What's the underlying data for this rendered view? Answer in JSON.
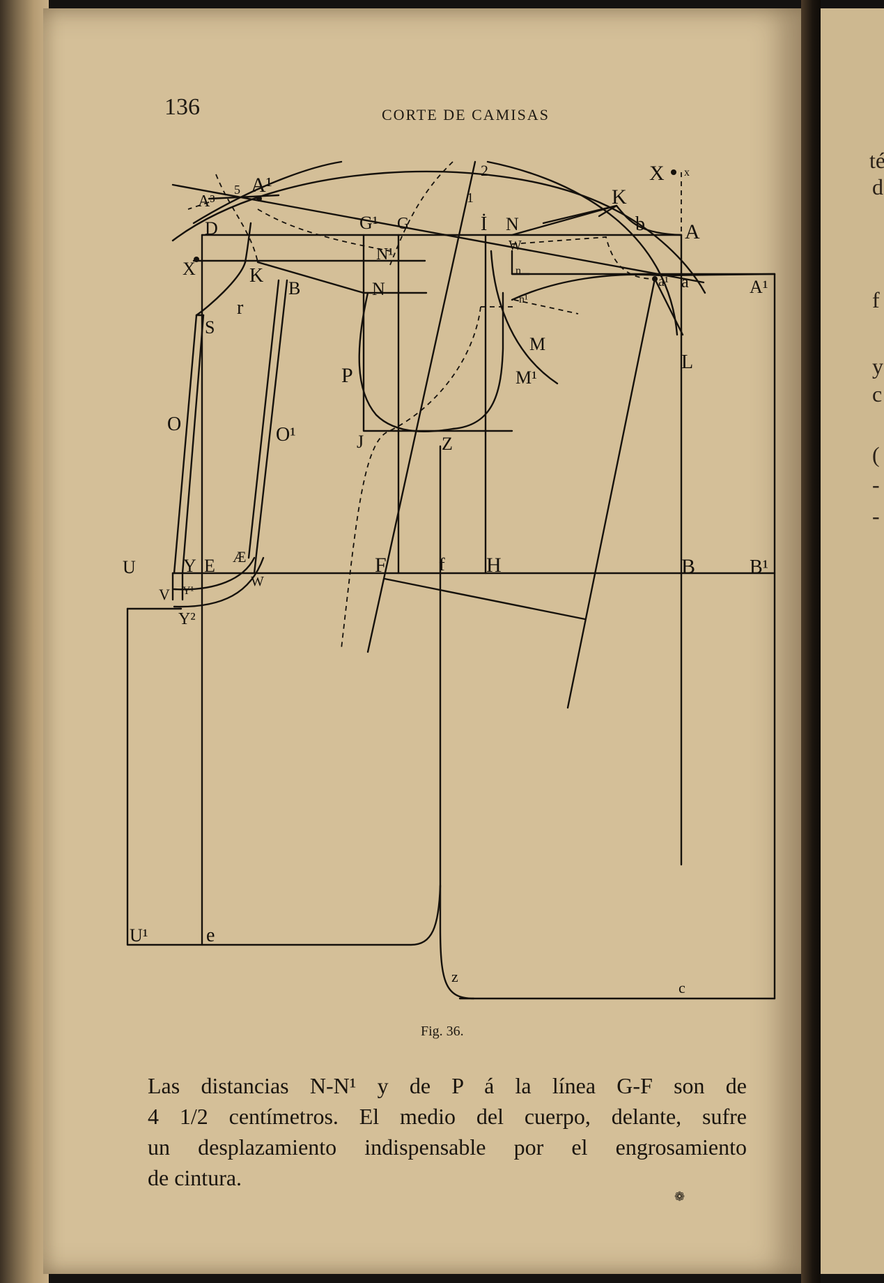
{
  "page": {
    "number": "136",
    "running_head": "CORTE DE CAMISAS",
    "caption": "Fig. 36.",
    "paragraph_lines": [
      "Las distancias N-N¹ y de P á la línea G-F son de",
      "4 1/2 centímetros. El medio del cuerpo, delante, sufre",
      "un desplazamiento indispensable por el engrosamiento",
      "de cintura."
    ],
    "end_mark": "❁"
  },
  "facing_page": {
    "letters": [
      "té",
      "d",
      "f",
      "y",
      "c",
      "(",
      "-",
      "-"
    ]
  },
  "figure": {
    "labels": {
      "A": "A",
      "A1_top": "A¹",
      "A3": "A³",
      "n5": "5",
      "D": "D",
      "X_left": "X",
      "K_left": "K",
      "r": "r",
      "s": "S",
      "B_small": "B",
      "N_mid": "N",
      "N1": "N¹",
      "G1": "G¹",
      "G": "G",
      "n2": "2",
      "n1": "1",
      "I": "İ",
      "N_top": "N",
      "W_top": "W",
      "n_small": "n",
      "n1_small": "n¹",
      "K_right": "K",
      "b": "b",
      "X_right": "X",
      "x_small": "x",
      "a1": "a¹",
      "a": "a",
      "A1_right": "A¹",
      "L": "L",
      "M": "M",
      "M1": "M¹",
      "P": "P",
      "J": "J",
      "Z": "Z",
      "O": "O",
      "O1": "O¹",
      "U": "U",
      "Y": "Y",
      "E": "E",
      "AE": "Æ",
      "F": "F",
      "f": "f",
      "H": "H",
      "B": "B",
      "B1": "B¹",
      "V": "V",
      "Y1": "Y¹",
      "W_low": "W",
      "Y2": "Y²",
      "U1": "U¹",
      "e": "e",
      "z": "z",
      "c": "c"
    }
  }
}
